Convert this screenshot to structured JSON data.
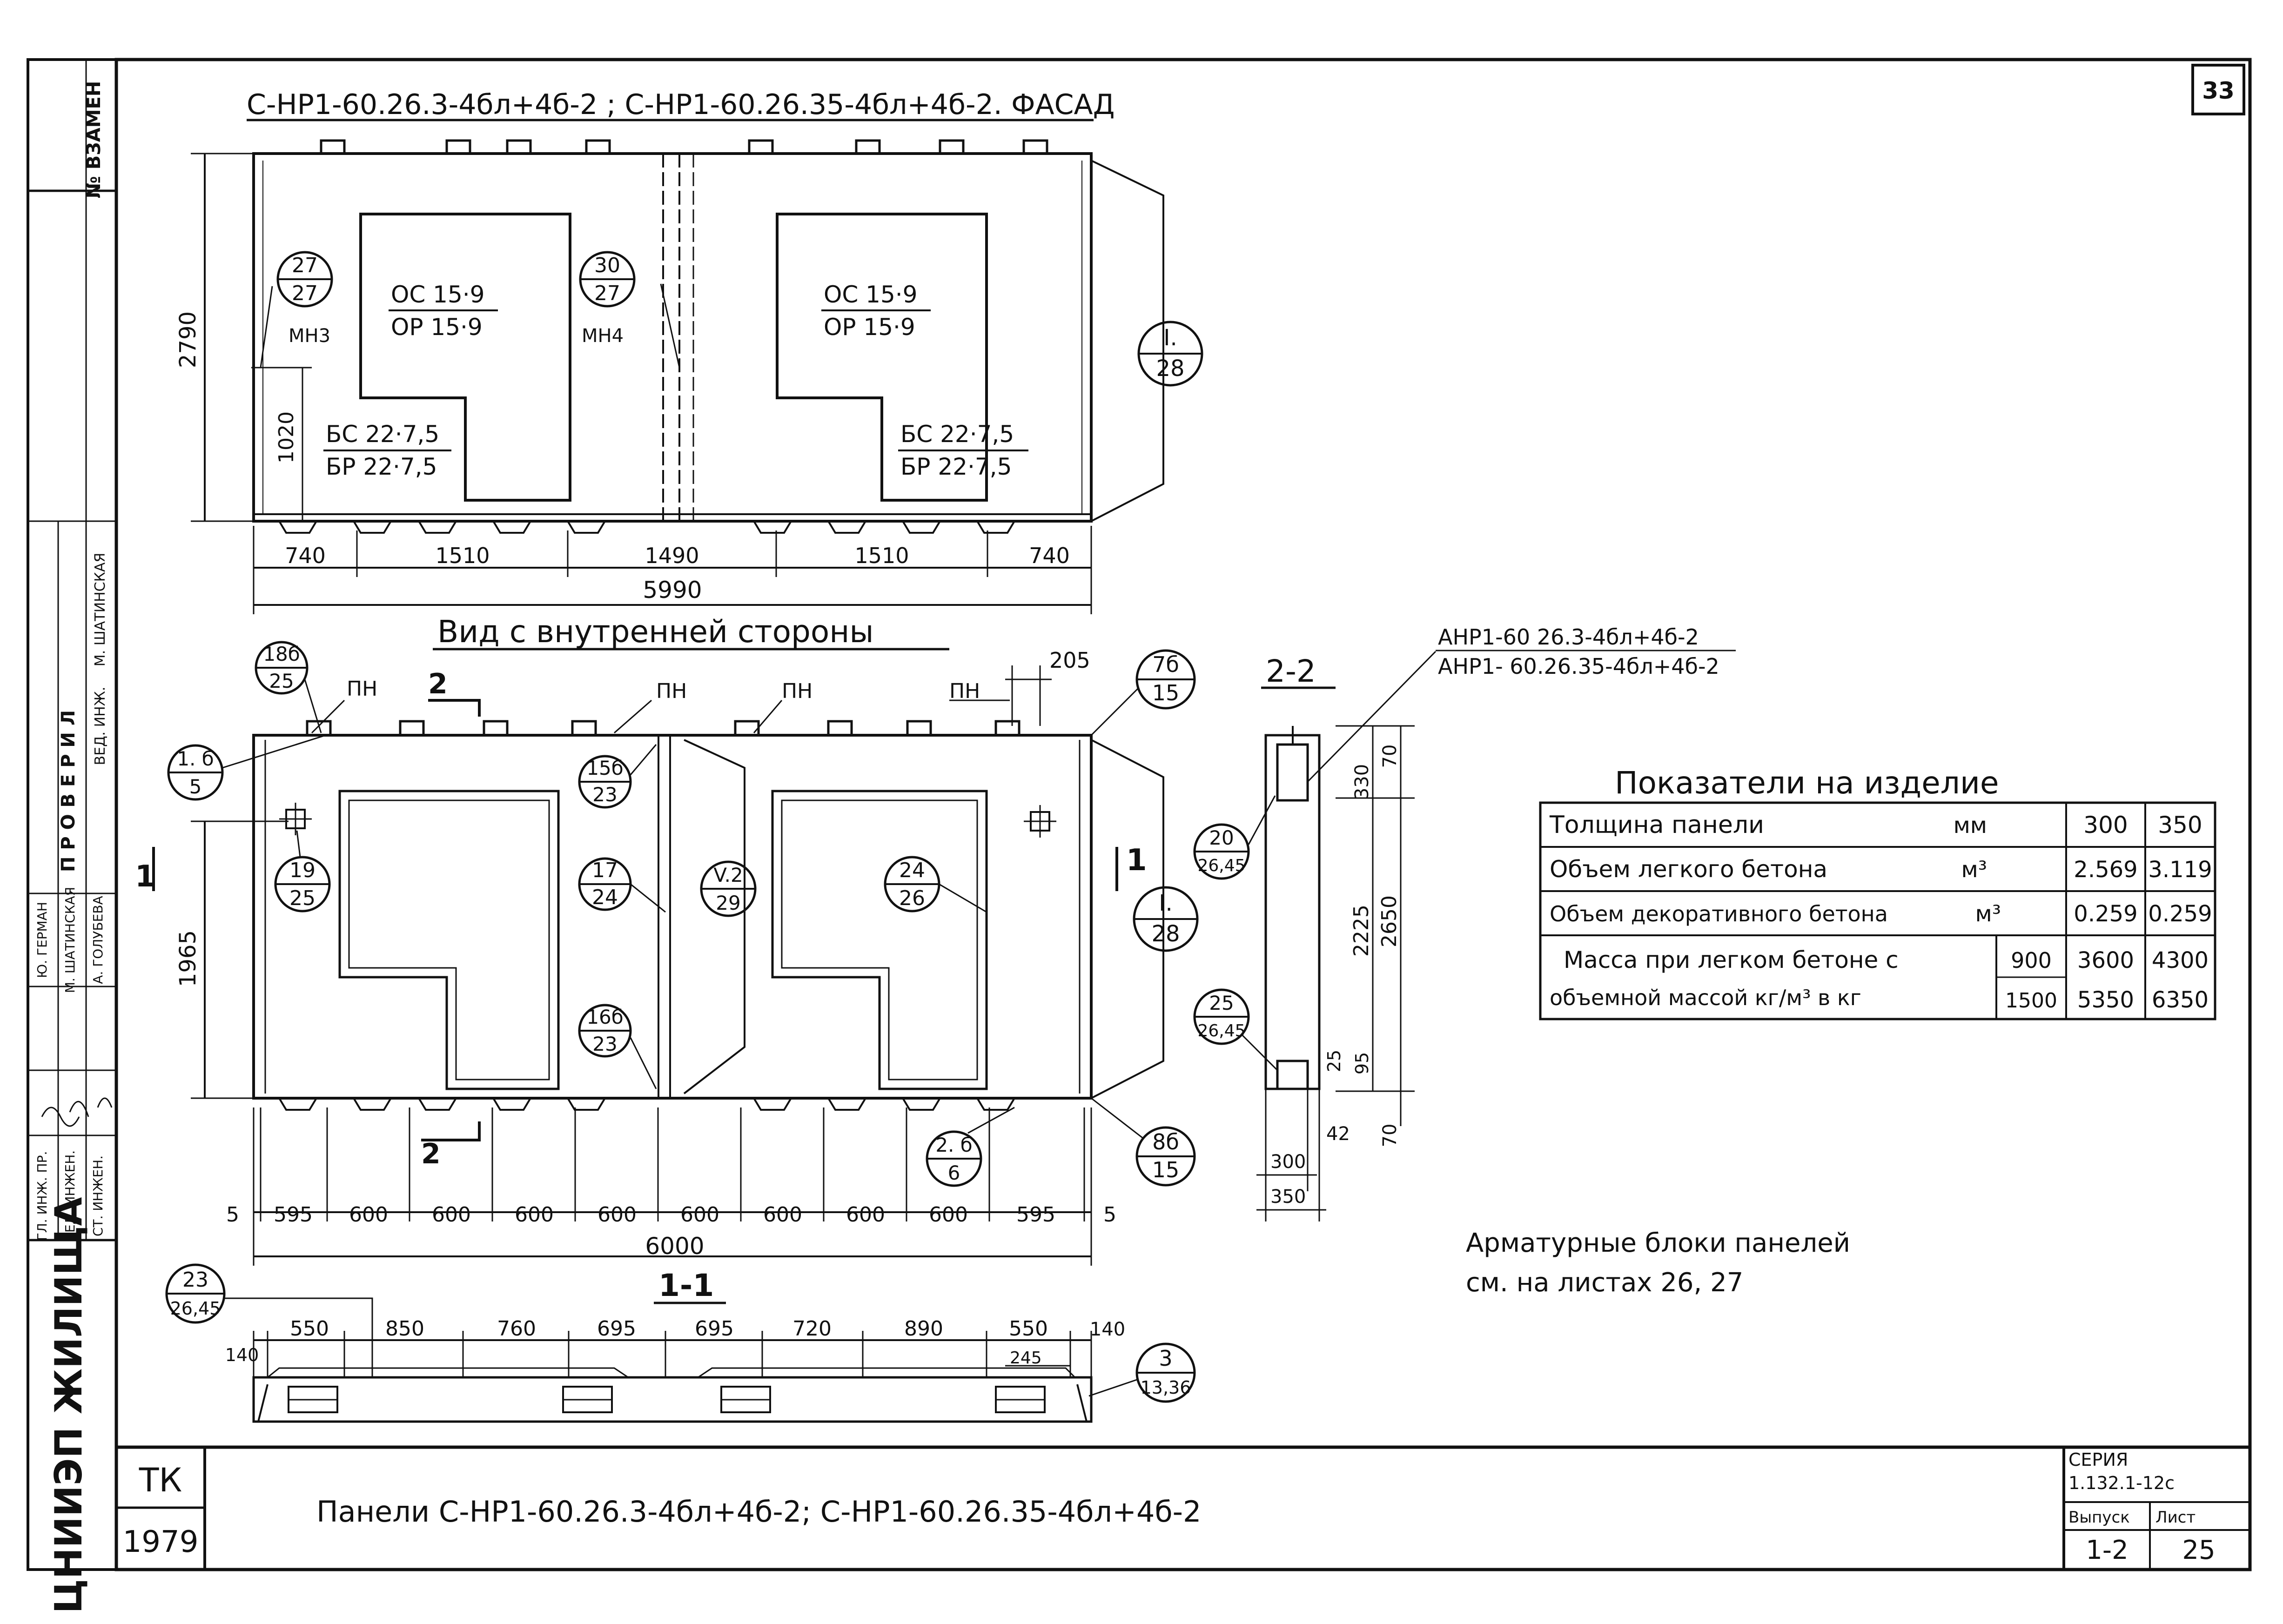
{
  "sheet_number": "33",
  "facade": {
    "title": "С-НР1-60.26.3-4бл+4б-2 ; С-НР1-60.26.35-4бл+4б-2. ФАСАД",
    "height_dim": "2790",
    "sub_dim": "1020",
    "dims": [
      "740",
      "1510",
      "1490",
      "1510",
      "740"
    ],
    "total": "5990",
    "callouts": [
      {
        "top": "27",
        "bottom": "27"
      },
      {
        "top": "30",
        "bottom": "27"
      },
      {
        "top": "I.",
        "bottom": "28"
      }
    ],
    "mesh_labels": [
      "МН3",
      "МН4"
    ],
    "openings": [
      {
        "top": "ОС 15·9",
        "bottom": "ОР 15·9"
      },
      {
        "top": "ОС 15·9",
        "bottom": "ОР 15·9"
      }
    ],
    "balcony": [
      {
        "top": "БС 22·7,5",
        "bottom": "БР 22·7,5"
      },
      {
        "top": "БС 22·7,5",
        "bottom": "БР 22·7,5"
      }
    ]
  },
  "inner": {
    "title": "Вид с внутренней стороны",
    "height_dim": "1965",
    "top_dim": "205",
    "pn": [
      "ПН",
      "ПН",
      "ПН",
      "ПН"
    ],
    "section_marks": [
      "2",
      "2",
      "1",
      "1"
    ],
    "dims": [
      "5",
      "595",
      "600",
      "600",
      "600",
      "600",
      "600",
      "600",
      "600",
      "600",
      "595",
      "5"
    ],
    "total": "6000",
    "callouts": [
      {
        "top": "18б",
        "bottom": "25"
      },
      {
        "top": "1. б",
        "bottom": "5"
      },
      {
        "top": "19",
        "bottom": "25"
      },
      {
        "top": "15б",
        "bottom": "23"
      },
      {
        "top": "17",
        "bottom": "24"
      },
      {
        "top": "16б",
        "bottom": "23"
      },
      {
        "top": "V.2",
        "bottom": "29"
      },
      {
        "top": "24",
        "bottom": "26"
      },
      {
        "top": "2. б",
        "bottom": "6"
      },
      {
        "top": "7б",
        "bottom": "15"
      },
      {
        "top": "I.",
        "bottom": "28"
      },
      {
        "top": "8б",
        "bottom": "15"
      }
    ]
  },
  "section22": {
    "title": "2-2",
    "leader1": "АНР1-60 26.3-4бл+4б-2",
    "leader2": "АНР1- 60.26.35-4бл+4б-2",
    "dims_right": [
      "70",
      "330",
      "2225",
      "2650",
      "25",
      "95",
      "70"
    ],
    "dims_bottom": [
      "42",
      "300",
      "350"
    ],
    "callouts": [
      {
        "top": "20",
        "bottom": "26,45"
      },
      {
        "top": "25",
        "bottom": "26,45"
      }
    ]
  },
  "section11": {
    "title": "1-1",
    "dims": [
      "140",
      "550",
      "850",
      "760",
      "695",
      "695",
      "720",
      "890",
      "550",
      "140"
    ],
    "side_dims": [
      "140",
      "245"
    ],
    "callouts": [
      {
        "top": "23",
        "bottom": "26,45"
      },
      {
        "top": "3",
        "bottom": "13,36"
      }
    ]
  },
  "indicators": {
    "title": "Показатели на изделие",
    "rows": [
      {
        "label": "Толщина панели",
        "unit": "мм",
        "v1": "300",
        "v2": "350"
      },
      {
        "label": "Объем легкого бетона",
        "unit": "м³",
        "v1": "2.569",
        "v2": "3.119"
      },
      {
        "label": "Объем декоративного бетона",
        "unit": "м³",
        "v1": "0.259",
        "v2": "0.259"
      }
    ],
    "mass": {
      "line1": "Масса при легком бетоне с",
      "line2": "объемной массой кг/м³ в кг",
      "d1": "900",
      "m1a": "3600",
      "m1b": "4300",
      "d2": "1500",
      "m2a": "5350",
      "m2b": "6350"
    }
  },
  "note": {
    "line1": "Арматурные блоки панелей",
    "line2": "см. на листах 26, 27"
  },
  "stamp": {
    "left_top": "ТК",
    "left_bottom": "1979",
    "title": "Панели С-НР1-60.26.3-4бл+4б-2; С-НР1-60.26.35-4бл+4б-2",
    "series_label": "СЕРИЯ",
    "series": "1.132.1-12с",
    "issue_label": "Выпуск",
    "sheet_label": "Лист",
    "issue": "1-2",
    "sheet": "25"
  },
  "side": {
    "org": "ЦНИИЭП ЖИЛИЩА",
    "checked": "П Р О В Е Р И Л",
    "zamen": "№ ВЗАМЕН",
    "roles": [
      "ГЛ. ИНЖ. ПР.",
      "ВЕД. ИНЖЕН.",
      "СТ. ИНЖЕН."
    ],
    "names": [
      "Ю. ГЕРМАН",
      "М. ШАТИНСКАЯ",
      "А. ГОЛУБЕВА"
    ],
    "checker_role": "ВЕД. ИНЖ.",
    "checker_name": "М. ШАТИНСКАЯ"
  }
}
